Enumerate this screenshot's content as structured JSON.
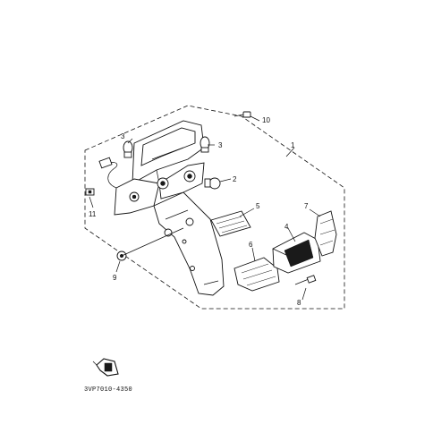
{
  "diagram": {
    "callouts": {
      "c1": "1",
      "c2": "2",
      "c3a": "3",
      "c3b": "3",
      "c4": "4",
      "c5": "5",
      "c6": "6",
      "c7": "7",
      "c8": "8",
      "c9": "9",
      "c10": "10",
      "c11": "11"
    },
    "drawing_code": "3VP7010-4350"
  },
  "colors": {
    "ink": "#111111",
    "paper": "#ffffff"
  }
}
